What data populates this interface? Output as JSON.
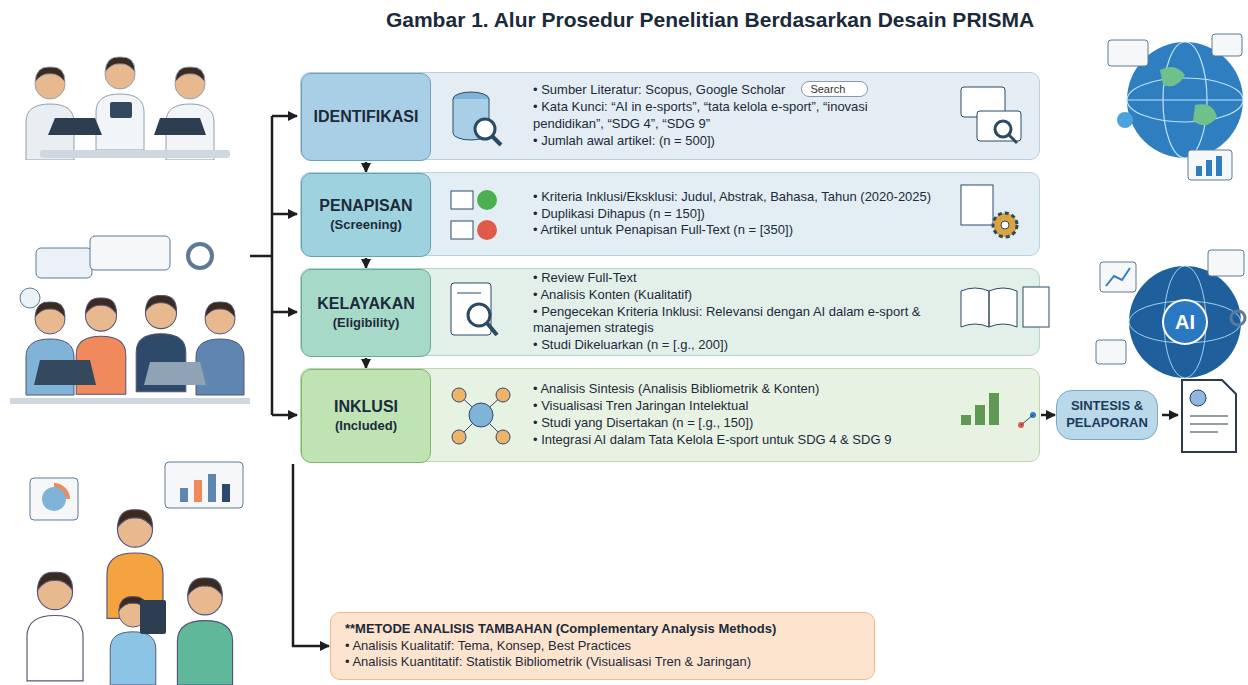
{
  "diagram": {
    "title": "Gambar 1. Alur Prosedur Penelitian Berdasarkan Desain PRISMA",
    "nodes": [
      {
        "text": [
          "• Sumber Literatur: Scopus, Google Scholar",
          "• Kata Kunci: “AI in e-sports”, “tata kelola e-sport”, “inovasi pendidikan”, “SDG 4”, “SDG 9”",
          "• Jumlah awal artikel: (n = 500])"
        ]
      },
      {
        "text": [
          "IDENTIFIKASI"
        ],
        "in": 0
      },
      {
        "text": [
          "• Kriteria Inklusi/Eksklusi: Judul, Abstrak, Bahasa, Tahun (2020-2025)",
          "• Duplikasi Dihapus (n = 150])",
          "• Artikel untuk Penapisan Full-Text (n = [350])"
        ]
      },
      {
        "text": [
          "PENAPISAN",
          "(Screening)"
        ],
        "in": 2
      },
      {
        "text": [
          "• Review Full-Text",
          "• Analisis Konten (Kualitatif)",
          "• Pengecekan Kriteria Inklusi: Relevansi dengan AI dalam e-sport & manajemen strategis",
          "• Studi Dikeluarkan (n = [.g., 200])"
        ]
      },
      {
        "text": [
          "KELAYAKAN",
          "(Eligibility)"
        ],
        "in": 4
      },
      {
        "text": [
          "• Analisis Sintesis (Analisis Bibliometrik & Konten)",
          "• Visualisasi Tren Jaringan Intelektual",
          "• Studi yang Disertakan (n = [.g., 150])",
          "• Integrasi AI dalam Tata Kelola E-sport untuk SDG 4 & SDG 9"
        ]
      },
      {
        "text": [
          "INKLUSI",
          "(Included)"
        ],
        "in": 6
      },
      {
        "text": [
          "SINTESIS & PELAPORAN"
        ]
      },
      {
        "text": [
          "**METODE ANALISIS TAMBAHAN (Complementary Analysis Methods)",
          "• Analisis Kualitatif: Tema, Konsep, Best Practices",
          "• Analisis Kuantitatif: Statistik Bibliometrik (Visualisasi Tren & Jaringan)"
        ]
      }
    ],
    "edges": [
      {
        "from": 1,
        "to": 3,
        "arrow": "to"
      },
      {
        "from": 3,
        "to": 5,
        "arrow": "to"
      },
      {
        "from": 5,
        "to": 7,
        "arrow": "to"
      },
      {
        "from": 6,
        "to": 8,
        "arrow": "to"
      },
      {
        "from": 7,
        "to": 9,
        "arrow": "to"
      }
    ],
    "labels": [
      "Search",
      "AI"
    ]
  }
}
